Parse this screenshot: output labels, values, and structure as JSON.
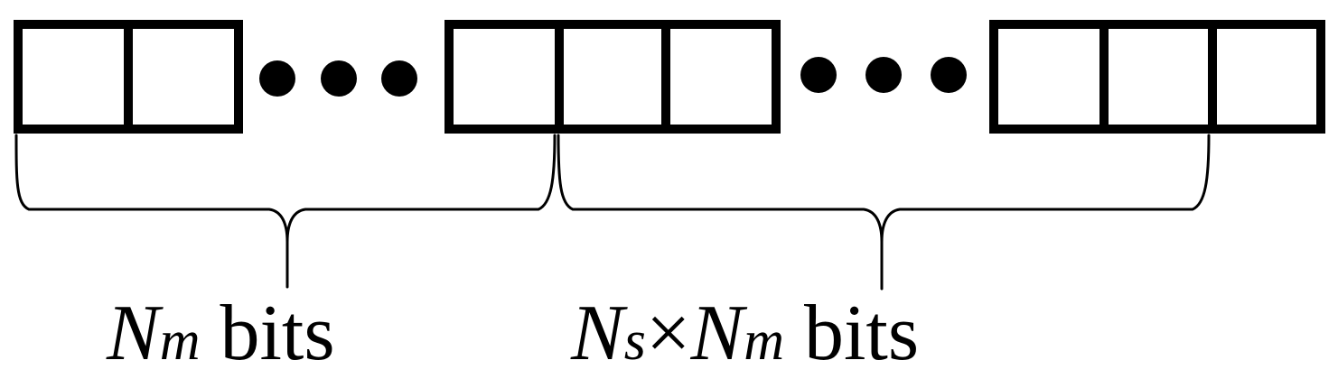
{
  "diagram": {
    "label_left": {
      "var": "N",
      "sub": "m",
      "unit": " bits"
    },
    "label_right": {
      "var1": "N",
      "sub1": "s",
      "times": "×",
      "var2": "N",
      "sub2": "m",
      "unit": " bits"
    },
    "colors": {
      "stroke": "#000000",
      "fill": "#ffffff"
    }
  }
}
